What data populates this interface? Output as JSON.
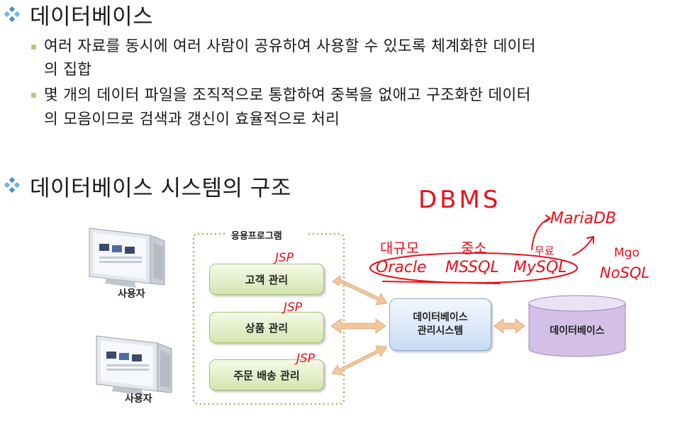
{
  "section1": {
    "title": "데이터베이스",
    "bullets": [
      {
        "line1": "여러 자료를 동시에 여러 사람이 공유하여 사용할 수 있도록 체계화한 데이터",
        "line2": "의 집합"
      },
      {
        "line1": "몇 개의 데이터 파일을 조직적으로 통합하여 중복을 없애고 구조화한 데이터",
        "line2": "의 모음이므로 검색과 갱신이 효율적으로 처리"
      }
    ]
  },
  "section2": {
    "title": "데이터베이스 시스템의 구조"
  },
  "diagram": {
    "app_group_label": "응용프로그램",
    "programs": [
      "고객 관리",
      "상품 관리",
      "주문 배송 관리"
    ],
    "dbms_line1": "데이터베이스",
    "dbms_line2": "관리시스템",
    "database_label": "데이터베이스",
    "users": [
      "사용자",
      "사용자"
    ]
  },
  "handwriting": {
    "dbms": "DBMS",
    "large_scale": "대규모",
    "mid_small": "중소",
    "oracle": "Oracle",
    "mssql": "MSSQL",
    "mysql": "MySQL",
    "mariadb": "MariaDB",
    "free": "무료",
    "mgo": "Mgo",
    "nosql": "NoSQL",
    "jsp": [
      "JSP",
      "JSP",
      "JSP"
    ]
  },
  "colors": {
    "bullet_diamond": "#4a8fd4",
    "program_box": "#e3efc9",
    "dbms_box": "#dae7f7",
    "database_cylinder": "#d9c8ea",
    "app_group_border": "#8cbf5a",
    "arrow": "#f2c79b",
    "handwriting": "#e8101a"
  }
}
